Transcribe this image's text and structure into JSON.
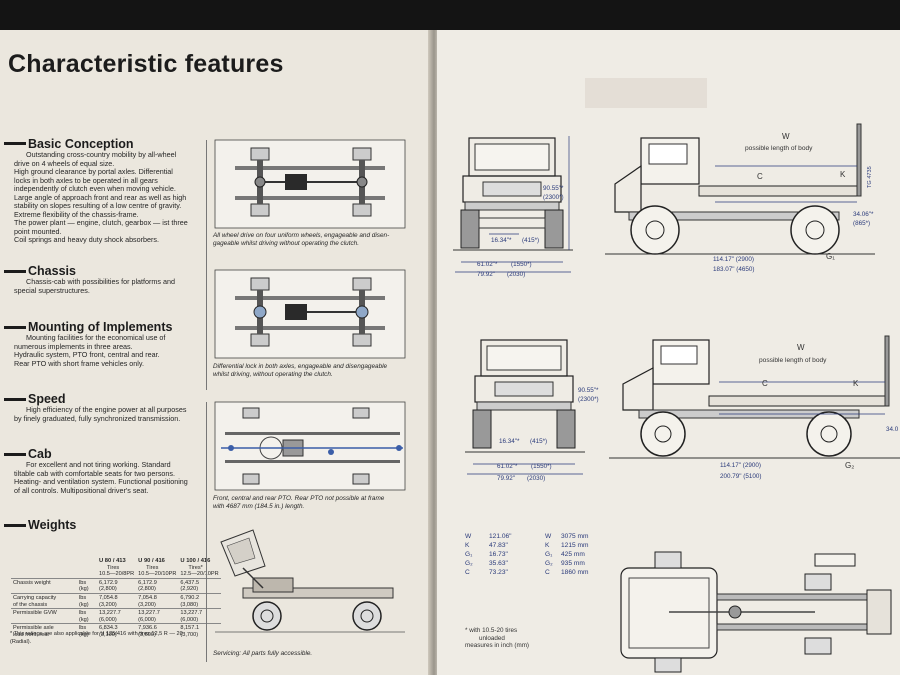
{
  "left": {
    "title": "Characteristic features",
    "sections": [
      {
        "heading": "Basic Conception",
        "lines": [
          "Outstanding cross-country mobility by all-wheel",
          "drive on 4 wheels of equal size.",
          "High ground clearance by portal axles. Differential",
          "locks in both axles to be operated in all gears",
          "independently of clutch even when moving vehicle.",
          "Large angle of approach front and rear as well as high",
          "stability on slopes resulting of a low centre of gravity.",
          "Extreme flexibility of the chassis-frame.",
          "The power plant — engine, clutch, gearbox — ist three",
          "point mounted.",
          "Coil springs and heavy duty shock absorbers."
        ]
      },
      {
        "heading": "Chassis",
        "lines": [
          "Chassis-cab with possibilities for platforms and",
          "special superstructures."
        ]
      },
      {
        "heading": "Mounting of Implements",
        "lines": [
          "Mounting facilities for the economical use of",
          "numerous implements in three areas.",
          "Hydraulic system, PTO front, central and rear.",
          "Rear PTO with short frame vehicles only."
        ]
      },
      {
        "heading": "Speed",
        "lines": [
          "High efficiency of the engine power at all purposes",
          "by finely graduated, fully synchronized transmission."
        ]
      },
      {
        "heading": "Cab",
        "lines": [
          "For excellent and not tiring working. Standard",
          "tiltable cab with comfortable seats for two persons.",
          "Heating- and ventilation system. Functional positioning",
          "of all controls. Multipositional driver's seat."
        ]
      }
    ],
    "weights": {
      "heading": "Weights",
      "columns": [
        {
          "model": "U 80 / 413",
          "tires": "Tires",
          "size": "10.5—20/8PR"
        },
        {
          "model": "U 90 / 416",
          "tires": "Tires",
          "size": "10.5—20/10PR"
        },
        {
          "model": "U 100 / 416",
          "tires": "Tires*",
          "size": "12.5—20/10PR"
        }
      ],
      "rows": [
        {
          "label1": "Chassis weight",
          "label2": "",
          "u1": "lbs",
          "u2": "(kg)",
          "v": [
            [
              "6,172.9",
              "(2,800)"
            ],
            [
              "6,172.9",
              "(2,800)"
            ],
            [
              "6,437.5",
              "(2,920)"
            ]
          ]
        },
        {
          "label1": "Carrying capacity",
          "label2": "of the chassis",
          "u1": "lbs",
          "u2": "(kg)",
          "v": [
            [
              "7,054.8",
              "(3,200)"
            ],
            [
              "7,054.8",
              "(3,200)"
            ],
            [
              "6,790.2",
              "(3,080)"
            ]
          ]
        },
        {
          "label1": "Permissible GVW",
          "label2": "",
          "u1": "lbs",
          "u2": "(kg)",
          "v": [
            [
              "13,227.7",
              "(6,000)"
            ],
            [
              "13,227.7",
              "(6,000)"
            ],
            [
              "13,227.7",
              "(6,000)"
            ]
          ]
        },
        {
          "label1": "Permissible axle",
          "label2": "load front, rear",
          "u1": "lbs",
          "u2": "(kg)",
          "v": [
            [
              "6,834.3",
              "(3,100)"
            ],
            [
              "7,936.6",
              "(3,600)"
            ],
            [
              "8,157.1",
              "(3,700)"
            ]
          ]
        }
      ],
      "footnote1": "* This ratings are also applicable for U 125/416 with tires 12,5 R — 20",
      "footnote2": "(Radial)."
    },
    "captions": {
      "c1a": "All wheel drive on four uniform wheels, engageable and disen-",
      "c1b": "gageable whilst driving without operating the clutch.",
      "c2a": "Differential lock in both axles, engageable and disengageable",
      "c2b": "whilst driving, without operating the clutch.",
      "c3a": "Front, central and rear PTO. Rear PTO not possible at frame",
      "c3b": "with 4687 mm (184.5 in.) length.",
      "c4": "Servicing: All parts fully accessible."
    }
  },
  "right": {
    "d1": {
      "height": "90.55\"*",
      "height_mm": "(2300*)",
      "track": "16.34\"*",
      "track_mm": "(415*)",
      "width1": "61.02\"*",
      "width1_mm": "(1550*)",
      "width2": "79.92\"",
      "width2_mm": "(2030)",
      "W": "W",
      "body": "possible length of body",
      "C": "C",
      "K": "K",
      "rear": "34.06\"*",
      "rear_mm": "(865*)",
      "wb": "114.17\" (2900)",
      "len": "183.07\" (4650)",
      "G1": "G₁",
      "ref": "TG 4735"
    },
    "d2": {
      "height": "90.55\"*",
      "height_mm": "(2300*)",
      "track": "16.34\"*",
      "track_mm": "(415*)",
      "width1": "61.02\"*",
      "width1_mm": "(1550*)",
      "width2": "79.92\"",
      "width2_mm": "(2030)",
      "W": "W",
      "body": "possible length of body",
      "C": "C",
      "K": "K",
      "rear": "34.0",
      "wb": "114.17\" (2900)",
      "len": "200.79\" (5100)",
      "G2": "G₂"
    },
    "measures": {
      "inch": [
        [
          "W",
          "121.06\""
        ],
        [
          "K",
          "47.83\""
        ],
        [
          "G₁",
          "16.73\""
        ],
        [
          "G₂",
          "35.63\""
        ],
        [
          "C",
          "73.23\""
        ]
      ],
      "mm": [
        [
          "W",
          "3075 mm"
        ],
        [
          "K",
          "1215 mm"
        ],
        [
          "G₁",
          "425 mm"
        ],
        [
          "G₂",
          "935 mm"
        ],
        [
          "C",
          "1860 mm"
        ]
      ],
      "note1": "* with 10.5-20 tires",
      "note2": "unloaded",
      "note3": "measures in inch (mm)"
    }
  }
}
